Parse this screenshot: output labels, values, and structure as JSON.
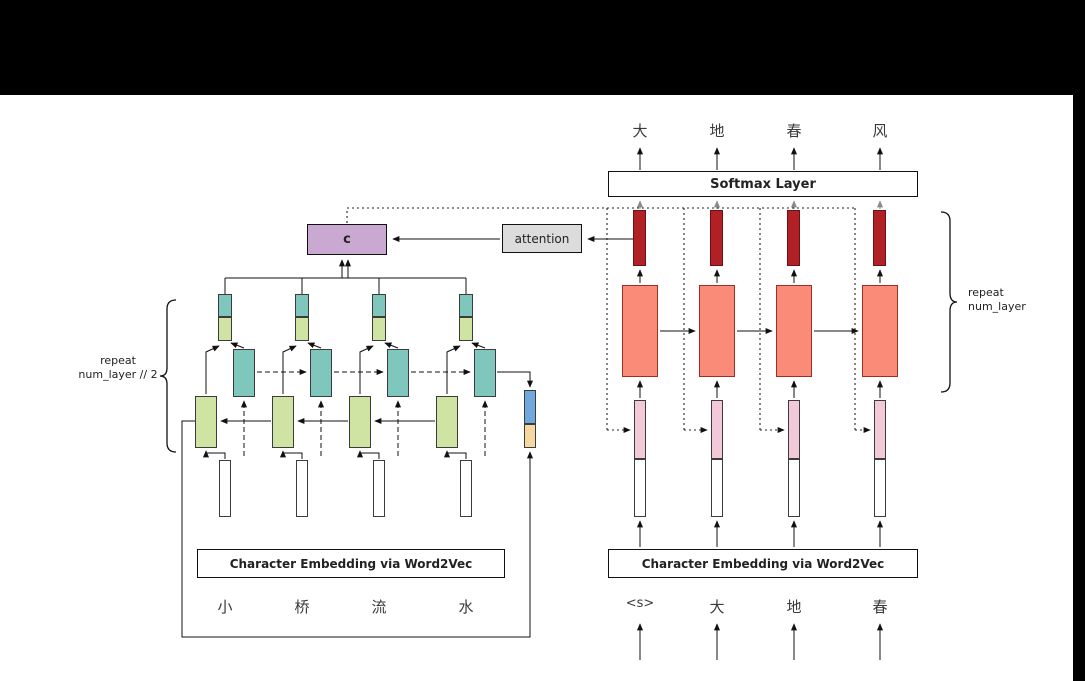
{
  "encoder": {
    "embedding_label": "Character Embedding via Word2Vec",
    "inputs": [
      "小",
      "桥",
      "流",
      "水"
    ],
    "repeat_line1": "repeat",
    "repeat_line2": "num_layer // 2"
  },
  "decoder": {
    "softmax_label": "Softmax Layer",
    "embedding_label": "Character Embedding via Word2Vec",
    "inputs": [
      "<s>",
      "大",
      "地",
      "春"
    ],
    "outputs": [
      "大",
      "地",
      "春",
      "风"
    ],
    "repeat_line1": "repeat",
    "repeat_line2": "num_layer"
  },
  "attention_label": "attention",
  "context_label": "c",
  "colors": {
    "decoder_output_bar": "#b02025",
    "decoder_rnn_box": "#f98b78",
    "decoder_input_bar": "#f3c9d9",
    "encoder_forward_box": "#cfe3a2",
    "encoder_backward_box": "#7fc7bd",
    "context_box": "#c9a8d2",
    "attention_box": "#dcdcdc",
    "final_state_blue": "#6fa8dc",
    "final_state_yellow": "#f6d7a0"
  }
}
